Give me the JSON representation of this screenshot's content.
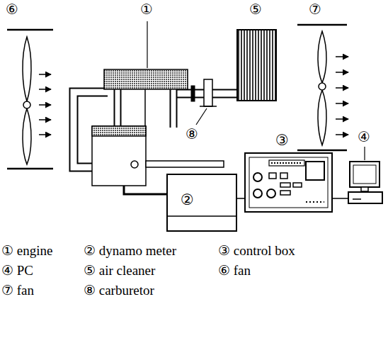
{
  "diagram": {
    "nodes": [
      {
        "text": [
          "②"
        ]
      },
      {
        "text": [
          "③"
        ]
      }
    ],
    "edges": [
      {
        "from": 0,
        "to": 1,
        "arrow": "none"
      }
    ],
    "labels": [
      "⑥",
      "①",
      "⑤",
      "⑦",
      "⑧",
      "④",
      "① engine",
      "② dynamo meter",
      "③ control box",
      "④ PC",
      "⑤ air cleaner",
      "⑥ fan",
      "⑦ fan",
      "⑧ carburetor"
    ]
  }
}
